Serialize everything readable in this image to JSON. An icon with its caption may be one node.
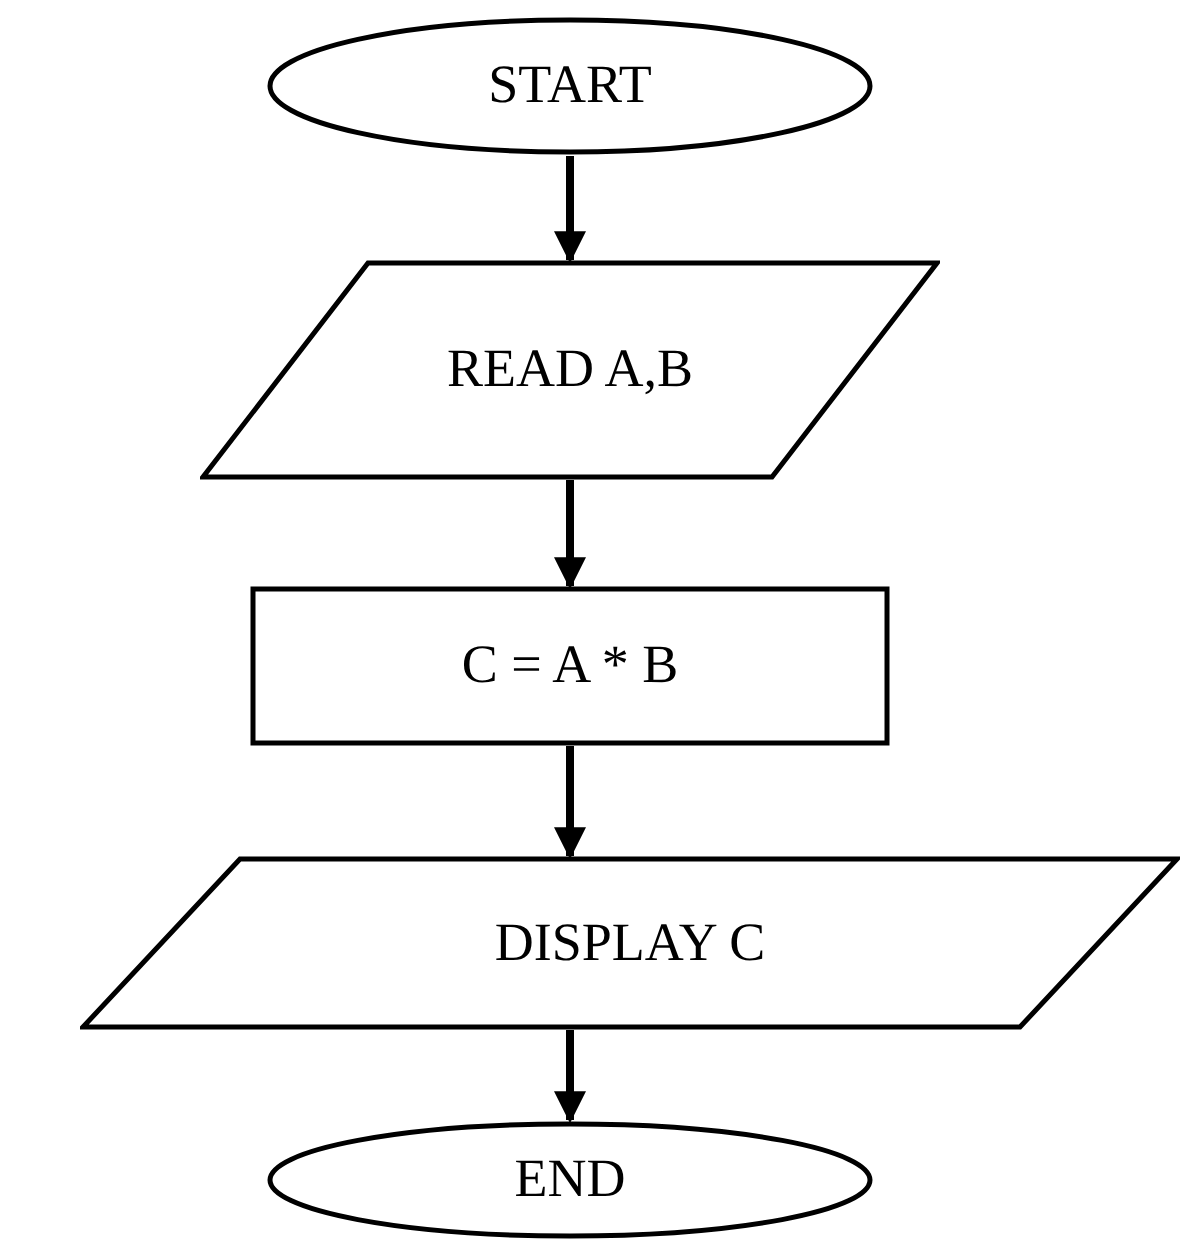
{
  "diagram": {
    "nodes": [
      {
        "text": [
          "START"
        ]
      },
      {
        "text": [
          "READ A,B"
        ]
      },
      {
        "text": [
          "C = A * B"
        ]
      },
      {
        "text": [
          "DISPLAY C"
        ]
      },
      {
        "text": [
          "END"
        ]
      }
    ],
    "edges": [
      {
        "from": 0,
        "to": 1,
        "arrow": "to"
      },
      {
        "from": 1,
        "to": 2,
        "arrow": "to"
      },
      {
        "from": 2,
        "to": 3,
        "arrow": "to"
      },
      {
        "from": 3,
        "to": 4,
        "arrow": "to"
      }
    ]
  }
}
